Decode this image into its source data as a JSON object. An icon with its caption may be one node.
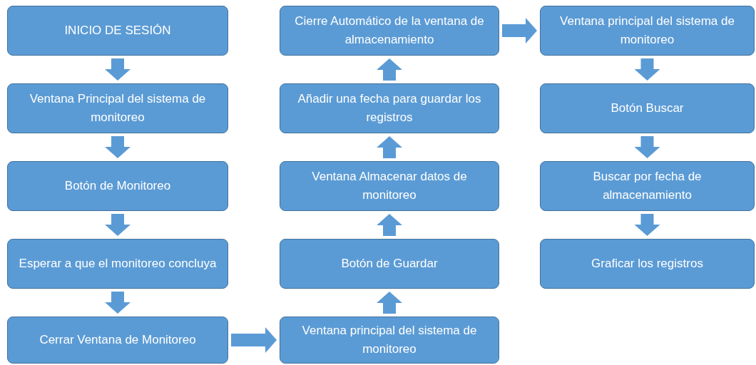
{
  "diagram": {
    "nodes": [
      {
        "text": [
          "INICIO DE SESIÓN"
        ]
      },
      {
        "text": [
          "Ventana Principal del sistema de monitoreo"
        ]
      },
      {
        "text": [
          "Botón de Monitoreo"
        ]
      },
      {
        "text": [
          "Esperar a que el monitoreo concluya"
        ]
      },
      {
        "text": [
          "Cerrar Ventana de Monitoreo"
        ]
      },
      {
        "text": [
          "Ventana principal del sistema de monitoreo"
        ]
      },
      {
        "text": [
          "Botón de Guardar"
        ]
      },
      {
        "text": [
          "Ventana Almacenar datos de monitoreo"
        ]
      },
      {
        "text": [
          "Añadir una fecha para guardar los registros"
        ]
      },
      {
        "text": [
          "Cierre Automático de la ventana de almacenamiento"
        ]
      },
      {
        "text": [
          "Ventana principal del sistema de monitoreo"
        ]
      },
      {
        "text": [
          "Botón Buscar"
        ]
      },
      {
        "text": [
          "Buscar por fecha de almacenamiento"
        ]
      },
      {
        "text": [
          "Graficar los registros"
        ]
      }
    ],
    "edges": [
      {
        "from": 0,
        "to": 1,
        "arrow": "to"
      },
      {
        "from": 1,
        "to": 2,
        "arrow": "to"
      },
      {
        "from": 2,
        "to": 3,
        "arrow": "to"
      },
      {
        "from": 3,
        "to": 4,
        "arrow": "to"
      },
      {
        "from": 4,
        "to": 5,
        "arrow": "to"
      },
      {
        "from": 5,
        "to": 6,
        "arrow": "to"
      },
      {
        "from": 6,
        "to": 7,
        "arrow": "to"
      },
      {
        "from": 7,
        "to": 8,
        "arrow": "to"
      },
      {
        "from": 8,
        "to": 9,
        "arrow": "to"
      },
      {
        "from": 9,
        "to": 10,
        "arrow": "to"
      },
      {
        "from": 10,
        "to": 11,
        "arrow": "to"
      },
      {
        "from": 11,
        "to": 12,
        "arrow": "to"
      },
      {
        "from": 12,
        "to": 13,
        "arrow": "to"
      }
    ]
  }
}
